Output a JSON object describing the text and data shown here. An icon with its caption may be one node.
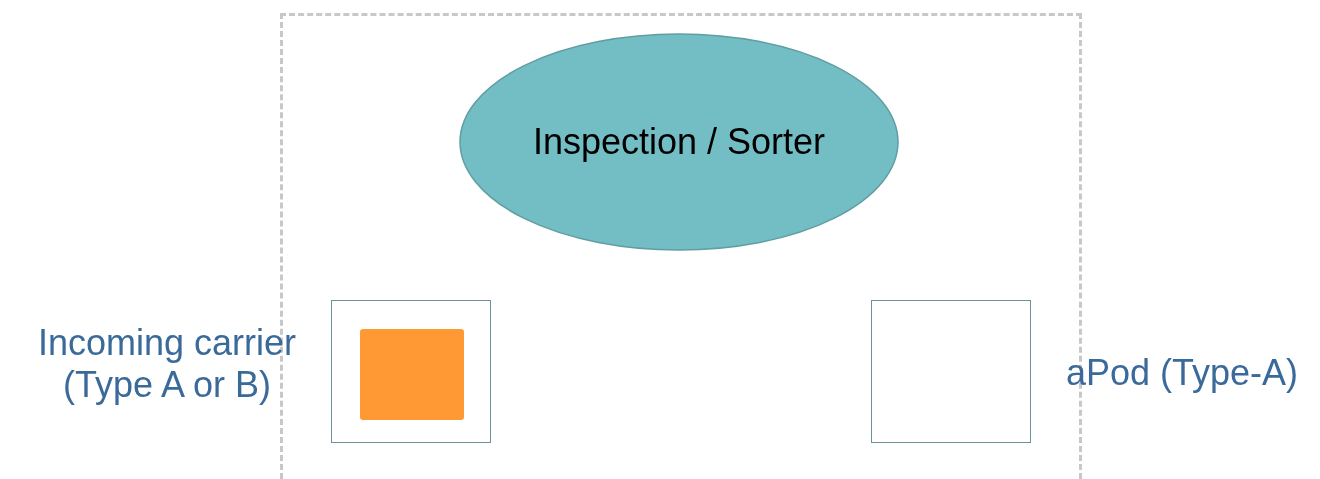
{
  "diagram": {
    "nodes": [
      {
        "text": [],
        "shape": "box"
      },
      {
        "text": [
          "Inspection / Sorter"
        ],
        "in": 0
      },
      {
        "text": [
          "Incoming carrier (Type A or B)"
        ],
        "in": 0
      },
      {
        "text": [],
        "shape": "box",
        "in": 2
      },
      {
        "text": [
          "aPod (Type-A)"
        ],
        "in": 0
      }
    ]
  }
}
